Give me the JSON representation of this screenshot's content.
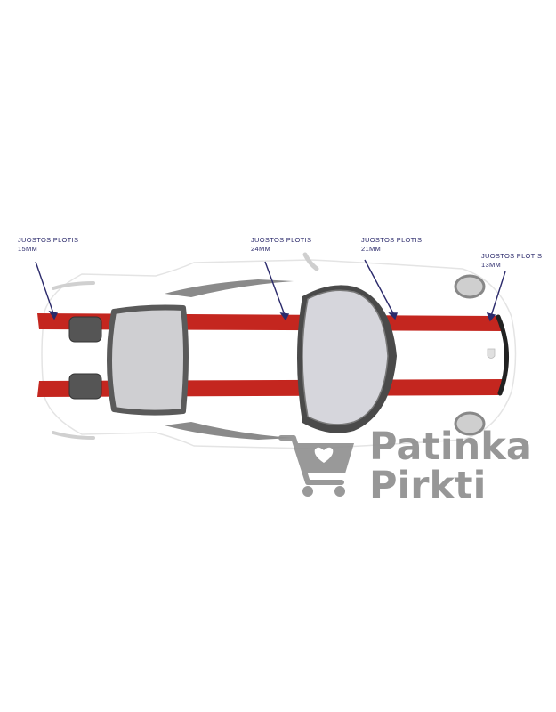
{
  "callouts": [
    {
      "line1": "JUOSTOS PLOTIS",
      "line2": "15MM"
    },
    {
      "line1": "JUOSTOS PLOTIS",
      "line2": "24MM"
    },
    {
      "line1": "JUOSTOS PLOTIS",
      "line2": "21MM"
    },
    {
      "line1": "JUOSTOS PLOTIS",
      "line2": "13MM"
    }
  ],
  "watermark": {
    "line1": "Patinka",
    "line2": "Pirkti"
  },
  "colors": {
    "stripe": "#c4261f",
    "callout_text": "#2b2a6b",
    "glass": "#d6d6dc",
    "frame": "#5a5a5a",
    "watermark": "#8f8f8f"
  },
  "icons": [
    "cart-heart-icon",
    "porsche-crest-icon"
  ]
}
